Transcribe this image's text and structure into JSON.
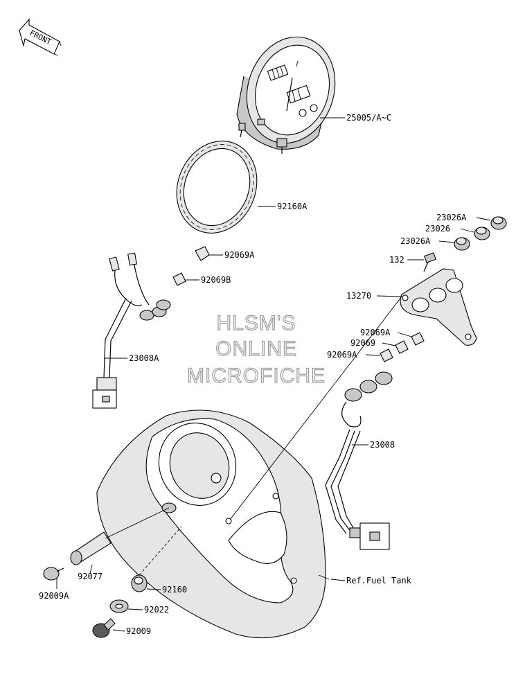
{
  "front_arrow": {
    "label": "FRONT"
  },
  "parts": [
    {
      "id": "p1",
      "label": "25005/A~C"
    },
    {
      "id": "p2",
      "label": "92160A"
    },
    {
      "id": "p3",
      "label": "92069A"
    },
    {
      "id": "p4",
      "label": "92069B"
    },
    {
      "id": "p5",
      "label": "23008A"
    },
    {
      "id": "p6",
      "label": "23026A"
    },
    {
      "id": "p7",
      "label": "23026"
    },
    {
      "id": "p8",
      "label": "23026A"
    },
    {
      "id": "p9",
      "label": "132"
    },
    {
      "id": "p10",
      "label": "13270"
    },
    {
      "id": "p11",
      "label": "92069A"
    },
    {
      "id": "p12",
      "label": "92069"
    },
    {
      "id": "p13",
      "label": "92069A"
    },
    {
      "id": "p14",
      "label": "23008"
    },
    {
      "id": "p15",
      "label": "Ref.Fuel Tank"
    },
    {
      "id": "p16",
      "label": "92077"
    },
    {
      "id": "p17",
      "label": "92009A"
    },
    {
      "id": "p18",
      "label": "92160"
    },
    {
      "id": "p19",
      "label": "92022"
    },
    {
      "id": "p20",
      "label": "92009"
    }
  ],
  "watermark": {
    "line1": "HLSM'S",
    "line2": "ONLINE",
    "line3": "MICROFICHE"
  }
}
